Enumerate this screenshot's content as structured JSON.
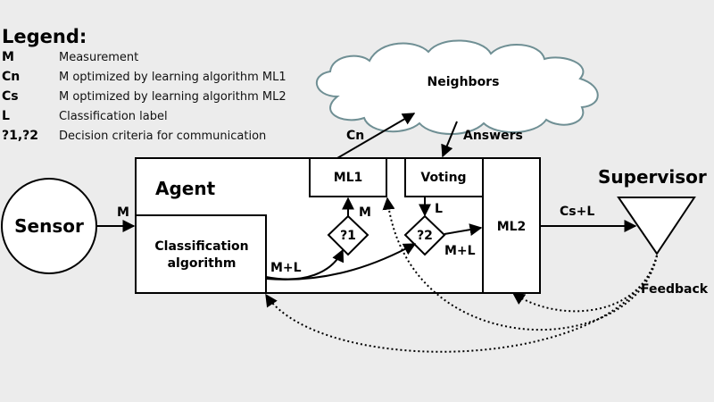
{
  "legend": {
    "title": "Legend:",
    "entries": [
      {
        "key": "M",
        "value": "Measurement"
      },
      {
        "key": "Cn",
        "value": "M optimized by learning algorithm ML1"
      },
      {
        "key": "Cs",
        "value": "M optimized by learning algorithm ML2"
      },
      {
        "key": "L",
        "value": "Classification label"
      },
      {
        "key": "?1,?2",
        "value": "Decision criteria for communication"
      }
    ]
  },
  "nodes": {
    "sensor": "Sensor",
    "agent": "Agent",
    "classification_line1": "Classification",
    "classification_line2": "algorithm",
    "ml1": "ML1",
    "voting": "Voting",
    "ml2": "ML2",
    "q1": "?1",
    "q2": "?2",
    "neighbors": "Neighbors",
    "supervisor": "Supervisor"
  },
  "edge_labels": {
    "sensor_to_agent": "M",
    "classifier_out": "M+L",
    "to_ml1": "M",
    "voting_out": "L",
    "q2_to_ml2": "M+L",
    "cn": "Cn",
    "answers": "Answers",
    "cs_l": "Cs+L",
    "feedback": "Feedback"
  }
}
